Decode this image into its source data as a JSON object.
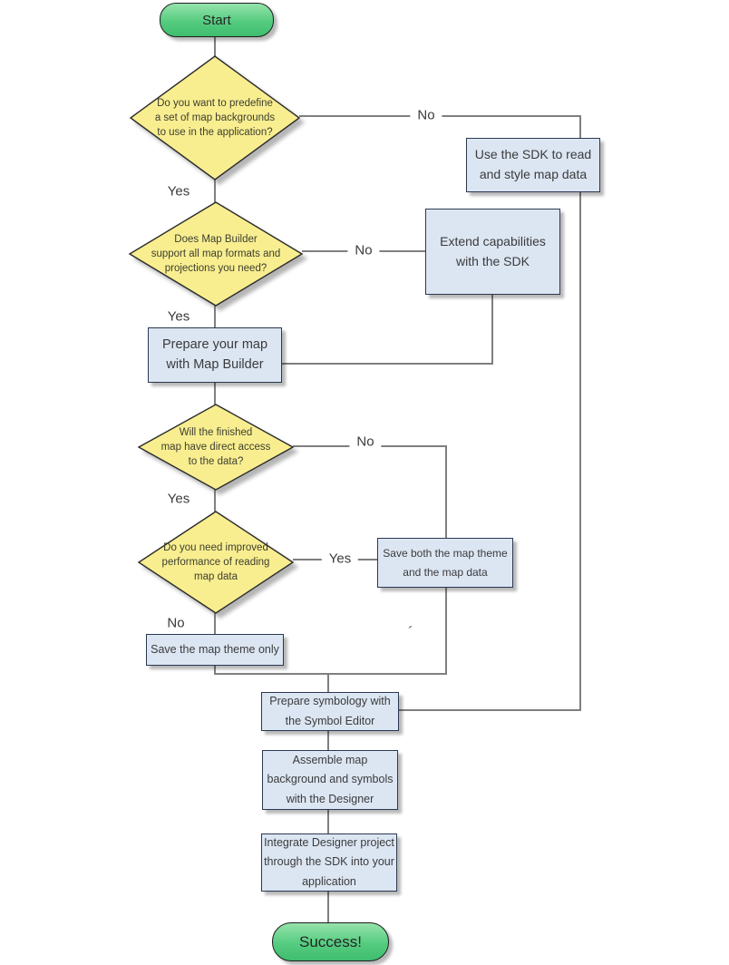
{
  "colors": {
    "terminator_gradient_top": "#96e3aa",
    "terminator_gradient_bottom": "#3fbd6e",
    "decision_fill": "#f8ee90",
    "process_fill": "#dce6f3",
    "process_border": "#2a3950",
    "shape_border": "#2b2b2b",
    "connector_gray": "#7f7f7f",
    "text_color": "#3b3b3b",
    "background": "#ffffff"
  },
  "nodes": {
    "start": "Start",
    "d_predefine": "Do you want to predefine\na set of map backgrounds\nto use in the application?",
    "p_use_sdk": "Use the SDK to read\nand style map data",
    "d_map_builder": "Does Map Builder\nsupport all map formats and\nprojections you need?",
    "p_extend": "Extend capabilities\nwith the SDK",
    "p_prepare_map": "Prepare your map\nwith Map Builder",
    "d_direct_access": "Will the finished\nmap have direct access\nto the data?",
    "d_performance": "Do you need improved\nperformance of reading\nmap data",
    "p_save_both": "Save both the map theme\nand the map data",
    "p_save_theme": "Save the map theme only",
    "p_symbology": "Prepare symbology with\nthe Symbol Editor",
    "p_assemble": "Assemble map\nbackground and symbols\nwith the Designer",
    "p_integrate": "Integrate Designer project\nthrough the SDK into your\napplication",
    "success": "Success!"
  },
  "edge_labels": {
    "predefine_no": "No",
    "predefine_yes": "Yes",
    "map_builder_no": "No",
    "map_builder_yes": "Yes",
    "direct_access_no": "No",
    "direct_access_yes": "Yes",
    "performance_yes": "Yes",
    "performance_no": "No"
  },
  "artifact": "´"
}
